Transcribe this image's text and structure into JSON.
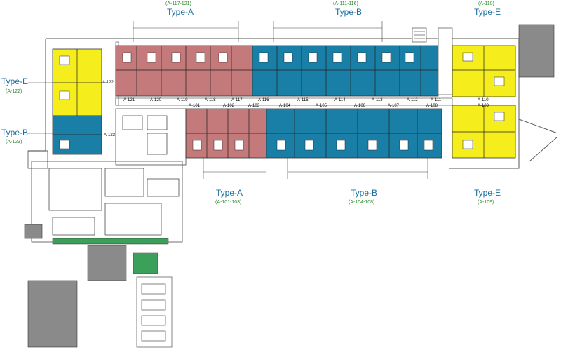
{
  "type_labels": {
    "type_a_top": {
      "name": "Type-A",
      "range": "(A-117-121)"
    },
    "type_b_top": {
      "name": "Type-B",
      "range": "(A-111-116)"
    },
    "type_e_top": {
      "name": "Type-E",
      "range": "(A-110)"
    },
    "type_e_left": {
      "name": "Type-E",
      "range": "(A-122)"
    },
    "type_b_left": {
      "name": "Type-B",
      "range": "(A-123)"
    },
    "type_a_bottom": {
      "name": "Type-A",
      "range": "(A-101-103)"
    },
    "type_b_bottom": {
      "name": "Type-B",
      "range": "(A-104-108)"
    },
    "type_e_bottom": {
      "name": "Type-E",
      "range": "(A-109)"
    }
  },
  "unit_labels": {
    "top_row": [
      "A-121",
      "A-120",
      "A-119",
      "A-118",
      "A-117",
      "A-116",
      "A-115",
      "A-114",
      "A-113",
      "A-112",
      "A-111",
      "A-110"
    ],
    "bottom_row": [
      "A-101",
      "A-102",
      "A-103",
      "A-104",
      "A-105",
      "A-106",
      "A-107",
      "A-108",
      "A-109"
    ],
    "left_wing": [
      "A-122",
      "A-123"
    ]
  },
  "colors": {
    "type_a": "#c47a7a",
    "type_b": "#1a7fa6",
    "type_e": "#f5ee1c",
    "green": "#3aa05a",
    "label_blue": "#1a6fa0",
    "label_green": "#2e8b2e",
    "grey": "#8a8a8a"
  }
}
